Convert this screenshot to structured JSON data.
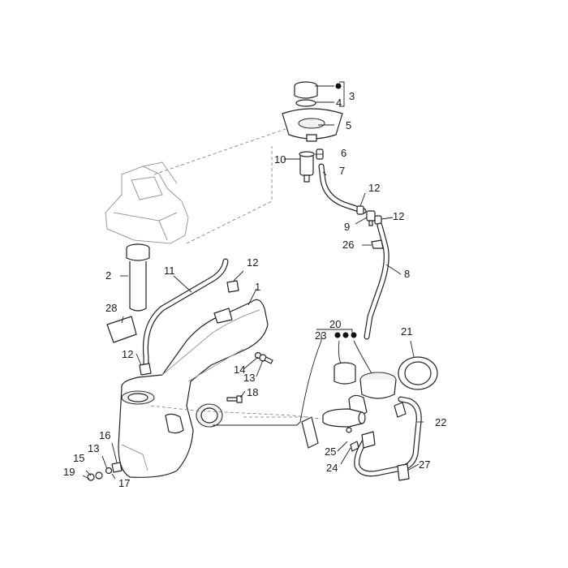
{
  "diagram": {
    "callouts": {
      "c1": "1",
      "c2": "2",
      "c3": "3",
      "c4": "4",
      "c5": "5",
      "c6": "6",
      "c7": "7",
      "c8": "8",
      "c9": "9",
      "c10": "10",
      "c11": "11",
      "c12a": "12",
      "c12b": "12",
      "c12c": "12",
      "c12d": "12",
      "c13a": "13",
      "c13b": "13",
      "c14": "14",
      "c15": "15",
      "c16": "16",
      "c17": "17",
      "c18": "18",
      "c19": "19",
      "c20": "20",
      "c21": "21",
      "c22": "22",
      "c23": "23",
      "c24": "24",
      "c25": "25",
      "c26": "26",
      "c27": "27",
      "c28": "28"
    }
  }
}
